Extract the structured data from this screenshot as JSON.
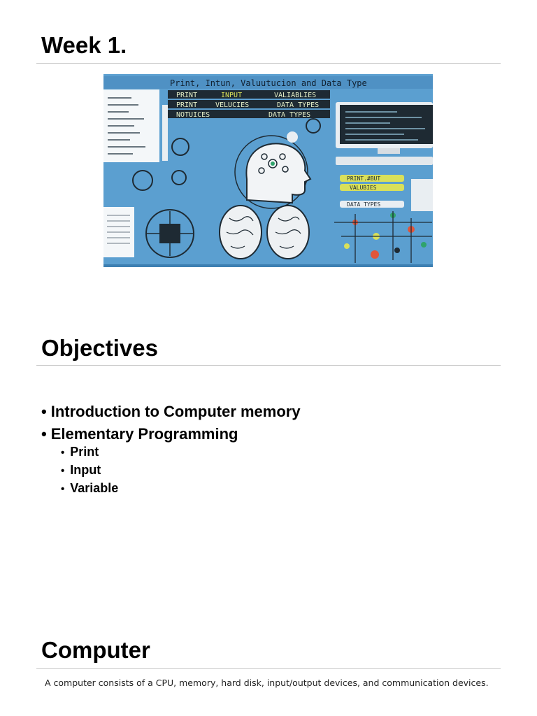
{
  "week_section": {
    "title": "Week 1."
  },
  "hero_image": {
    "banner_text": "Print, Intun, Valuutucion and Data Type",
    "labels_left": [
      "PRINT",
      "INPUT",
      "VALIABLIES"
    ],
    "labels_left2": [
      "PRINT",
      "VELUCIES",
      "DATA TYPES"
    ],
    "labels_left3": [
      "NOTUICES",
      "DATA TYPES"
    ],
    "labels_right": [
      "PRINT.#BUT",
      "VALUBIES",
      "DATA TYPES"
    ],
    "colors": {
      "background": "#5b9fd0",
      "dark_panel": "#1e2a33",
      "accent_yellow": "#d9e05a",
      "accent_red": "#e0553a"
    }
  },
  "objectives_section": {
    "title": "Objectives",
    "items": [
      {
        "label": "Introduction to Computer memory"
      },
      {
        "label": "Elementary Programming",
        "sub": [
          "Print",
          "Input",
          "Variable"
        ]
      }
    ]
  },
  "computer_section": {
    "title": "Computer",
    "body": "A computer consists of a CPU, memory, hard disk, input/output devices, and communication devices."
  }
}
